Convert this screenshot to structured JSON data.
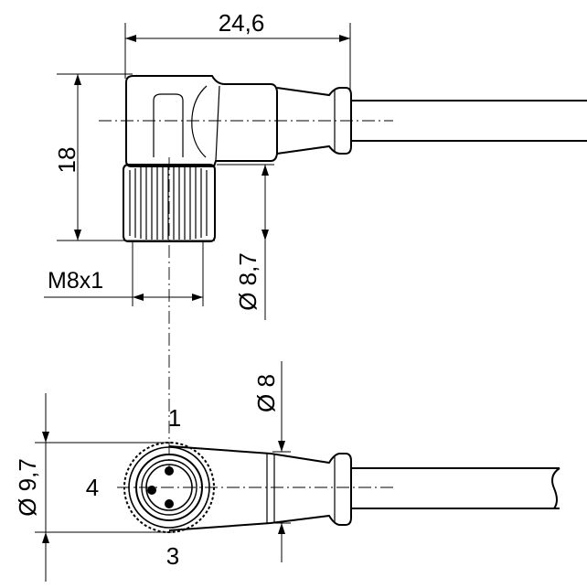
{
  "drawing": {
    "top_view": {
      "length_label": "24,6",
      "height_label": "18",
      "thread_label": "M8x1",
      "nut_dia_label": "Ø 8,7"
    },
    "front_view": {
      "cable_dia_label": "Ø 8",
      "body_dia_label": "Ø 9,7",
      "pin_1_label": "1",
      "pin_3_label": "3",
      "pin_4_label": "4"
    }
  }
}
